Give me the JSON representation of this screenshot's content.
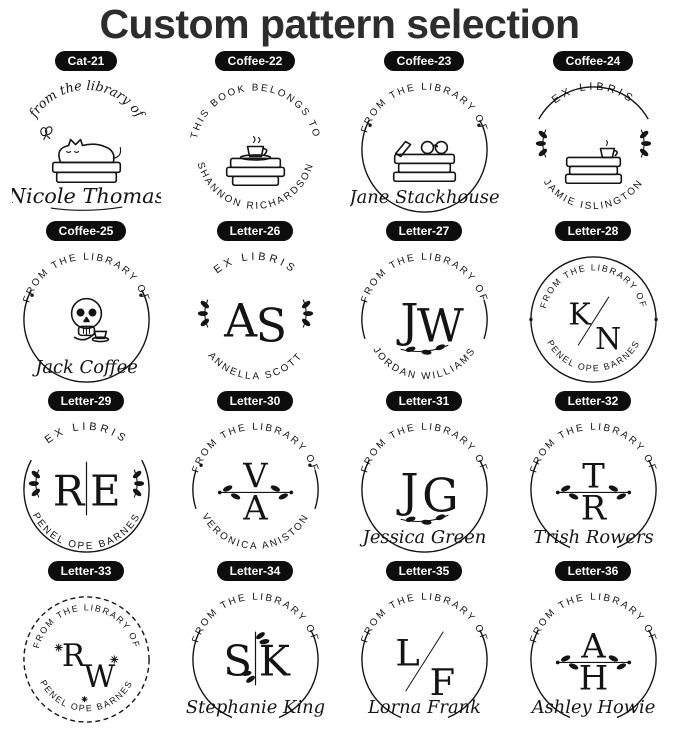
{
  "title": "Custom pattern selection",
  "colors": {
    "ink": "#141414",
    "badge_bg": "#0d0d0d",
    "badge_text": "#ffffff",
    "title": "#2d2d2d"
  },
  "items": [
    {
      "badge": "Cat-21",
      "top_arc": "from the library of",
      "top_style": "script",
      "illustration": "cat-on-books-icon",
      "name": "Nicole Thomas",
      "name_big": true,
      "name_flourish": true,
      "ring": "none",
      "dots": "none"
    },
    {
      "badge": "Coffee-22",
      "top_arc": "THIS BOOK BELONGS TO",
      "bottom_arc": "SHANNON RICHARDSON",
      "illustration": "teacup-on-books-icon",
      "ring": "none",
      "dots": "none"
    },
    {
      "badge": "Coffee-23",
      "top_arc": "FROM THE LIBRARY OF",
      "illustration": "books-and-glasses-icon",
      "name": "Jane Stackhouse",
      "ring": "open-top",
      "dots": "text-ends"
    },
    {
      "badge": "Coffee-24",
      "top_arc": "EX LIBRIS",
      "top_style": "caps-wide",
      "bottom_arc": "JAMIE ISLINGTON",
      "illustration": "books-and-coffee-icon",
      "decor": "side-sprigs",
      "ring": "over-top",
      "dots": "none"
    },
    {
      "badge": "Coffee-25",
      "top_arc": "FROM THE LIBRARY OF",
      "illustration": "skull-and-coffee-icon",
      "name": "Jack Coffee",
      "ring": "open-top",
      "dots": "text-ends"
    },
    {
      "badge": "Letter-26",
      "top_arc": "EX LIBRIS",
      "top_style": "caps-wide",
      "monogram": [
        "A",
        "S"
      ],
      "mono_layout": "pair",
      "bottom_arc": "ANNELLA SCOTT",
      "decor": "side-sprigs",
      "ring": "none",
      "dots": "none"
    },
    {
      "badge": "Letter-27",
      "top_arc": "FROM THE LIBRARY OF",
      "monogram": [
        "J",
        "W"
      ],
      "mono_layout": "pair",
      "bottom_arc": "JORDAN WILLIAMS",
      "decor": "vine",
      "ring": "side-arcs",
      "dots": "none"
    },
    {
      "badge": "Letter-28",
      "top_arc": "FROM THE LIBRARY OF",
      "monogram": [
        "K",
        "N"
      ],
      "mono_layout": "slash",
      "bottom_arc": "PENEL OPE BARNES",
      "ring": "full",
      "dots": "side"
    },
    {
      "badge": "Letter-29",
      "top_arc": "EX LIBRIS",
      "top_style": "caps-wide",
      "monogram": [
        "R",
        "E"
      ],
      "mono_layout": "bar",
      "bottom_arc": "PENEL OPE BARNES",
      "decor": "side-sprigs",
      "ring": "open-top",
      "dots": "none"
    },
    {
      "badge": "Letter-30",
      "top_arc": "FROM THE LIBRARY OF",
      "monogram": [
        "V",
        "A"
      ],
      "mono_layout": "stack",
      "bottom_arc": "VERONICA ANISTON",
      "decor": "branch",
      "ring": "side-arcs",
      "dots": "text-ends"
    },
    {
      "badge": "Letter-31",
      "top_arc": "FROM THE LIBRARY OF",
      "monogram": [
        "J",
        "G"
      ],
      "mono_layout": "pair",
      "name": "Jessica Green",
      "decor": "vine",
      "ring": "open-top",
      "dots": "none"
    },
    {
      "badge": "Letter-32",
      "top_arc": "FROM THE LIBRARY OF",
      "monogram": [
        "T",
        "R"
      ],
      "mono_layout": "stack",
      "name": "Trish Rowers",
      "decor": "branch",
      "ring": "open-top-gap-bottom",
      "dots": "none"
    },
    {
      "badge": "Letter-33",
      "top_arc": "FROM THE LIBRARY OF",
      "monogram": [
        "R",
        "W"
      ],
      "mono_layout": "diag",
      "bottom_arc": "PENEL OPE BARNES",
      "decor": "sparkles",
      "ring": "dashed-full",
      "dots": "none"
    },
    {
      "badge": "Letter-34",
      "top_arc": "FROM THE LIBRARY OF",
      "monogram": [
        "S",
        "K"
      ],
      "mono_layout": "bar",
      "name": "Stephanie King",
      "decor": "bar-florals",
      "ring": "open-top-gap-bottom",
      "dots": "none"
    },
    {
      "badge": "Letter-35",
      "top_arc": "FROM THE LIBRARY OF",
      "monogram": [
        "L",
        "F"
      ],
      "mono_layout": "slash",
      "name": "Lorna Frank",
      "ring": "open-top-gap-bottom",
      "dots": "none"
    },
    {
      "badge": "Letter-36",
      "top_arc": "FROM THE LIBRARY OF",
      "monogram": [
        "A",
        "H"
      ],
      "mono_layout": "stack",
      "name": "Ashley Howie",
      "decor": "branch",
      "ring": "open-top-gap-bottom",
      "dots": "none"
    }
  ]
}
